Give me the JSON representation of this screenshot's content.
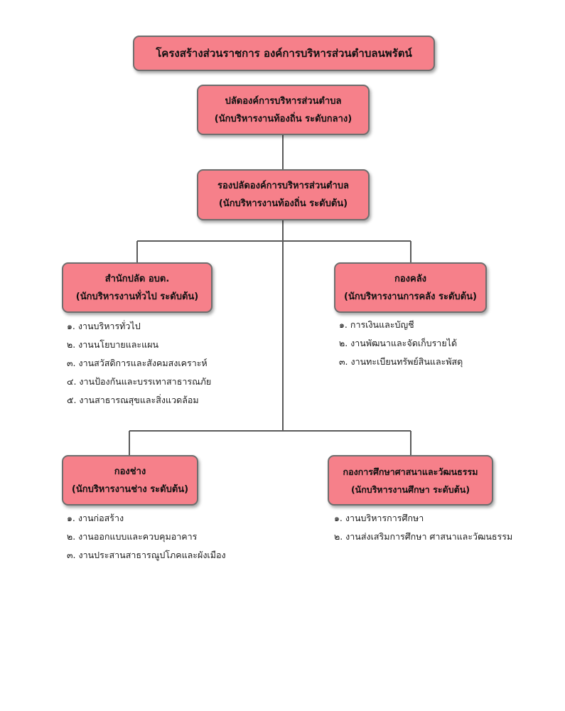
{
  "title": "โครงสร้างส่วนราชการ องค์การบริหารส่วนตำบลนพรัตน์",
  "chief": {
    "line1": "ปลัดองค์การบริหารส่วนตำบล",
    "line2": "(นักบริหารงานท้องถิ่น ระดับกลาง)"
  },
  "deputy": {
    "line1": "รองปลัดองค์การบริหารส่วนตำบล",
    "line2": "(นักบริหารงานท้องถิ่น ระดับต้น)"
  },
  "office": {
    "line1": "สำนักปลัด อบต.",
    "line2": "(นักบริหารงานทั่วไป ระดับต้น)",
    "tasks": [
      "๑. งานบริหารทั่วไป",
      "๒. งานนโยบายและแผน",
      "๓. งานสวัสดิการและสังคมสงเคราะห์",
      "๔. งานป้องกันและบรรเทาสาธารณภัย",
      "๕. งานสาธารณสุขและสิ่งแวดล้อม"
    ]
  },
  "finance": {
    "line1": "กองคลัง",
    "line2": "(นักบริหารงานการคลัง ระดับต้น)",
    "tasks": [
      "๑. การเงินและบัญชี",
      "๒. งานพัฒนาและจัดเก็บรายได้",
      "๓. งานทะเบียนทรัพย์สินและพัสดุ"
    ]
  },
  "works": {
    "line1": "กองช่าง",
    "line2": "(นักบริหารงานช่าง ระดับต้น)",
    "tasks": [
      "๑. งานก่อสร้าง",
      "๒. งานออกแบบและควบคุมอาคาร",
      "๓. งานประสานสาธารณูปโภคและผังเมือง"
    ]
  },
  "education": {
    "line1": "กองการศึกษาศาสนาและวัฒนธรรม",
    "line2": "(นักบริหารงานศึกษา ระดับต้น)",
    "tasks": [
      "๑. งานบริหารการศึกษา",
      "๒. งานส่งเสริมการศึกษา ศาสนาและวัฒนธรรม"
    ]
  },
  "colors": {
    "box_fill": "#f6808a",
    "box_border": "#6e6e6e",
    "connector": "#5a5a5a"
  }
}
